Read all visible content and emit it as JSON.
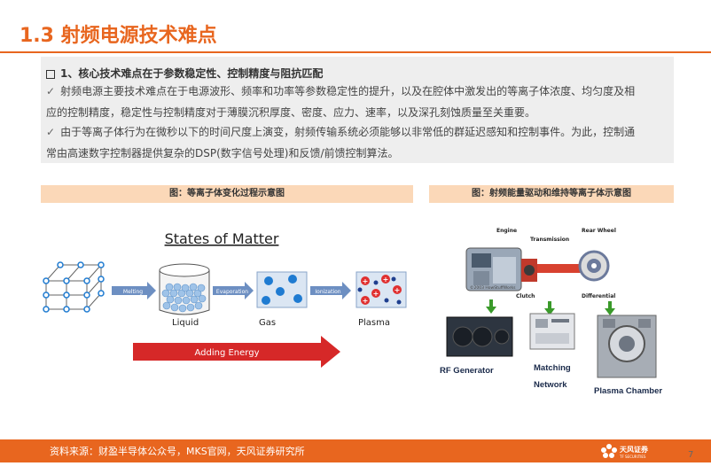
{
  "title": "1.3 射频电源技术难点",
  "summary": {
    "heading": "1、核心技术难点在于参数稳定性、控制精度与阻抗匹配",
    "bullets": [
      {
        "line1": "射频电源主要技术难点在于电源波形、频率和功率等参数稳定性的提升，以及在腔体中激发出的等离子体浓度、均匀度及相",
        "line2": "应的控制精度，稳定性与控制精度对于薄膜沉积厚度、密度、应力、速率，以及深孔刻蚀质量至关重要。"
      },
      {
        "line1": "由于等离子体行为在微秒以下的时间尺度上演变，射频传输系统必须能够以非常低的群延迟感知和控制事件。为此，控制通",
        "line2": "常由高速数字控制器提供复杂的DSP(数字信号处理)和反馈/前馈控制算法。"
      }
    ]
  },
  "figure_left": {
    "caption": "图：等离子体变化过程示意图",
    "heading": "States of Matter",
    "arrows": [
      "Melting",
      "Evaporation",
      "Ionization"
    ],
    "states": [
      "Liquid",
      "Gas",
      "Plasma"
    ],
    "energy_label": "Adding Energy",
    "colors": {
      "bubble": "#1f7bd1",
      "energy": "#e03030",
      "plus": "#e03030"
    }
  },
  "figure_right": {
    "caption": "图：射频能量驱动和维持等离子体示意图",
    "parts": [
      "Engine",
      "Transmission",
      "Rear Wheel",
      "Clutch",
      "Differential"
    ],
    "copyright": "©2003 HowStuffWorks",
    "equipment": [
      "RF Generator",
      "Matching",
      "Network",
      "Plasma Chamber"
    ],
    "colors": {
      "arrow": "#3a9a2a"
    }
  },
  "footer": {
    "source": "资料来源：财盈半导体公众号，MKS官网，天风证券研究所",
    "logo_text": "天风证券",
    "logo_sub": "TF SECURITIES",
    "page": "7"
  }
}
